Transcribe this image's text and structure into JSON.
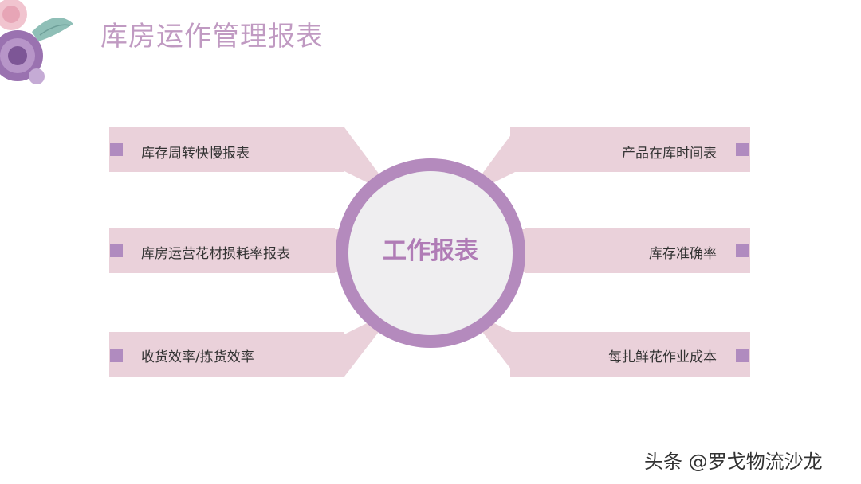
{
  "title": "库房运作管理报表",
  "center": "工作报表",
  "left_items": [
    {
      "label": "库存周转快慢报表"
    },
    {
      "label": "库房运营花材损耗率报表"
    },
    {
      "label": "收货效率/拣货效率"
    }
  ],
  "right_items": [
    {
      "label": "产品在库时间表"
    },
    {
      "label": "库存准确率"
    },
    {
      "label": "每扎鲜花作业成本"
    }
  ],
  "watermark": "头条 @罗戈物流沙龙",
  "colors": {
    "title": "#c09ac2",
    "bar": "#ead1da",
    "marker": "#b08bbf",
    "ring": "#b48abd",
    "center_text": "#b07cb6"
  },
  "icons": {
    "decoration": "flower-decoration"
  }
}
